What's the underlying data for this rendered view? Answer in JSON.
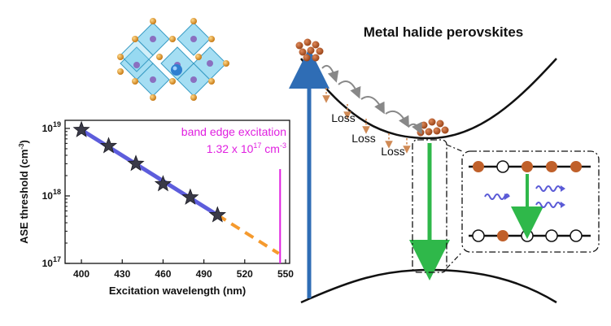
{
  "title": "Metal halide perovskites",
  "chart_data": {
    "type": "scatter",
    "xlabel": "Excitation wavelength (nm)",
    "ylabel": "ASE threshold (cm⁻³)",
    "xlim": [
      388,
      553
    ],
    "ylim_log10": [
      17,
      19.12
    ],
    "y_scale": "log",
    "x_ticks": [
      "400",
      "430",
      "460",
      "490",
      "520",
      "550"
    ],
    "x_tick_values": [
      400,
      430,
      460,
      490,
      520,
      550
    ],
    "y_ticks": [
      {
        "base": "10",
        "exp": "17",
        "value": 1e+17
      },
      {
        "base": "10",
        "exp": "18",
        "value": 1e+18
      },
      {
        "base": "10",
        "exp": "19",
        "value": 1e+19
      }
    ],
    "series": [
      {
        "marker": "star",
        "x": [
          400,
          420,
          440,
          460,
          480,
          500
        ],
        "y": [
          9.5e+18,
          5.5e+18,
          3e+18,
          1.5e+18,
          9.5e+17,
          5.2e+17
        ]
      }
    ],
    "fit_line": {
      "x": [
        400,
        500
      ],
      "y": [
        9.5e+18,
        5.2e+17
      ],
      "color": "#4b4bd8"
    },
    "extrapolation": {
      "x": [
        500,
        545
      ],
      "y": [
        5.2e+17,
        1.4e+17
      ],
      "color": "#f59a2e",
      "style": "dashed"
    },
    "vertical_marker": {
      "x": 546,
      "y_top": 2.5e+18,
      "y_bottom": 1e+17,
      "color": "#e020e0"
    },
    "annotation": {
      "line1": "band edge excitation",
      "line2_prefix": "1.32 x 10",
      "line2_exp": "17",
      "line2_suffix": " cm",
      "line2_unit_exp": "-3"
    },
    "grid": false
  },
  "diagram": {
    "loss_labels": [
      "Loss",
      "Loss",
      "Loss"
    ],
    "colors": {
      "electron": "#b85c2a",
      "up_arrow": "#2f6db5",
      "down_arrow": "#2fb84a",
      "wave": "#5a5ad6",
      "loss_arrow": "#d08a55",
      "crystal": "#6fc8e8",
      "atom_gold": "#e8a33a",
      "atom_blue": "#2f7fd0"
    },
    "icons": [
      "perovskite-crystal-icon",
      "stimulated-emission-inset-icon"
    ]
  }
}
